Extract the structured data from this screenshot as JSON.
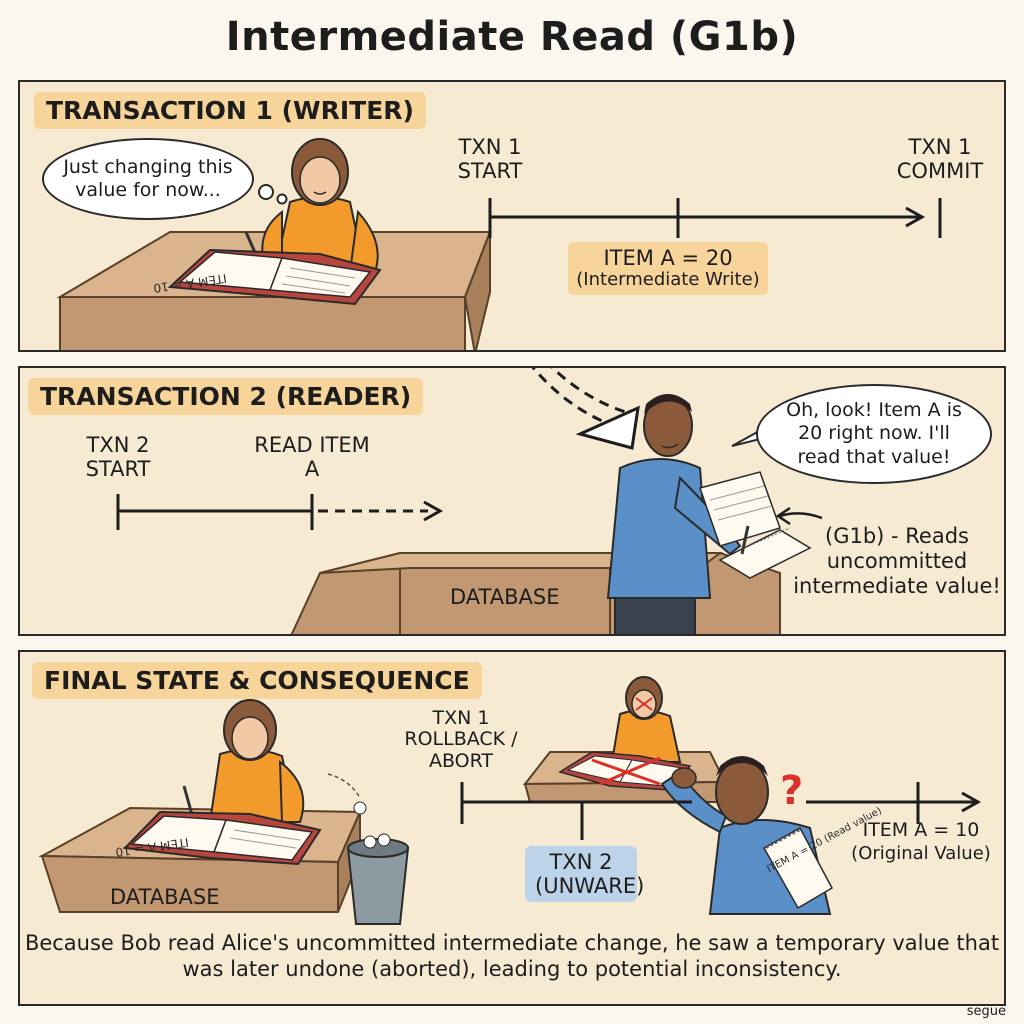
{
  "title": "Intermediate Read (G1b)",
  "panel1": {
    "heading": "TRANSACTION 1 (WRITER)",
    "thought": "Just changing this value for now...",
    "book_text": "ITEM A = 10",
    "txn_start": "TXN 1 START",
    "txn_commit": "TXN 1 COMMIT",
    "write_value": "ITEM A = 20",
    "write_note": "(Intermediate Write)"
  },
  "panel2": {
    "heading": "TRANSACTION 2 (READER)",
    "txn_start": "TXN 2 START",
    "read_label": "READ ITEM A",
    "database": "DATABASE",
    "speech": "Oh, look! Item A is 20 right now. I'll read that value!",
    "annotation": "(G1b) - Reads uncommitted intermediate value!"
  },
  "panel3": {
    "heading": "FINAL STATE & CONSEQUENCE",
    "rollback": "TXN 1 ROLLBACK / ABORT",
    "unaware": "TXN 2 (UNWARE)",
    "item_value": "ITEM A = 10",
    "item_note": "(Original Value)",
    "database": "DATABASE",
    "question_mark": "?",
    "notepad_text": "ITEM A = 20 (Read value)"
  },
  "caption": "Because Bob read Alice's uncommitted intermediate change, he saw a temporary value that was later undone (aborted), leading to potential inconsistency.",
  "credit": "segue",
  "colors": {
    "panel_bg": "#f6ead3",
    "highlight": "#f7d49a",
    "highlight_blue": "#bcd3ea",
    "shirt_orange": "#f39a2c",
    "shirt_blue": "#5b8fc7",
    "desk_wood": "#c9a27a"
  }
}
